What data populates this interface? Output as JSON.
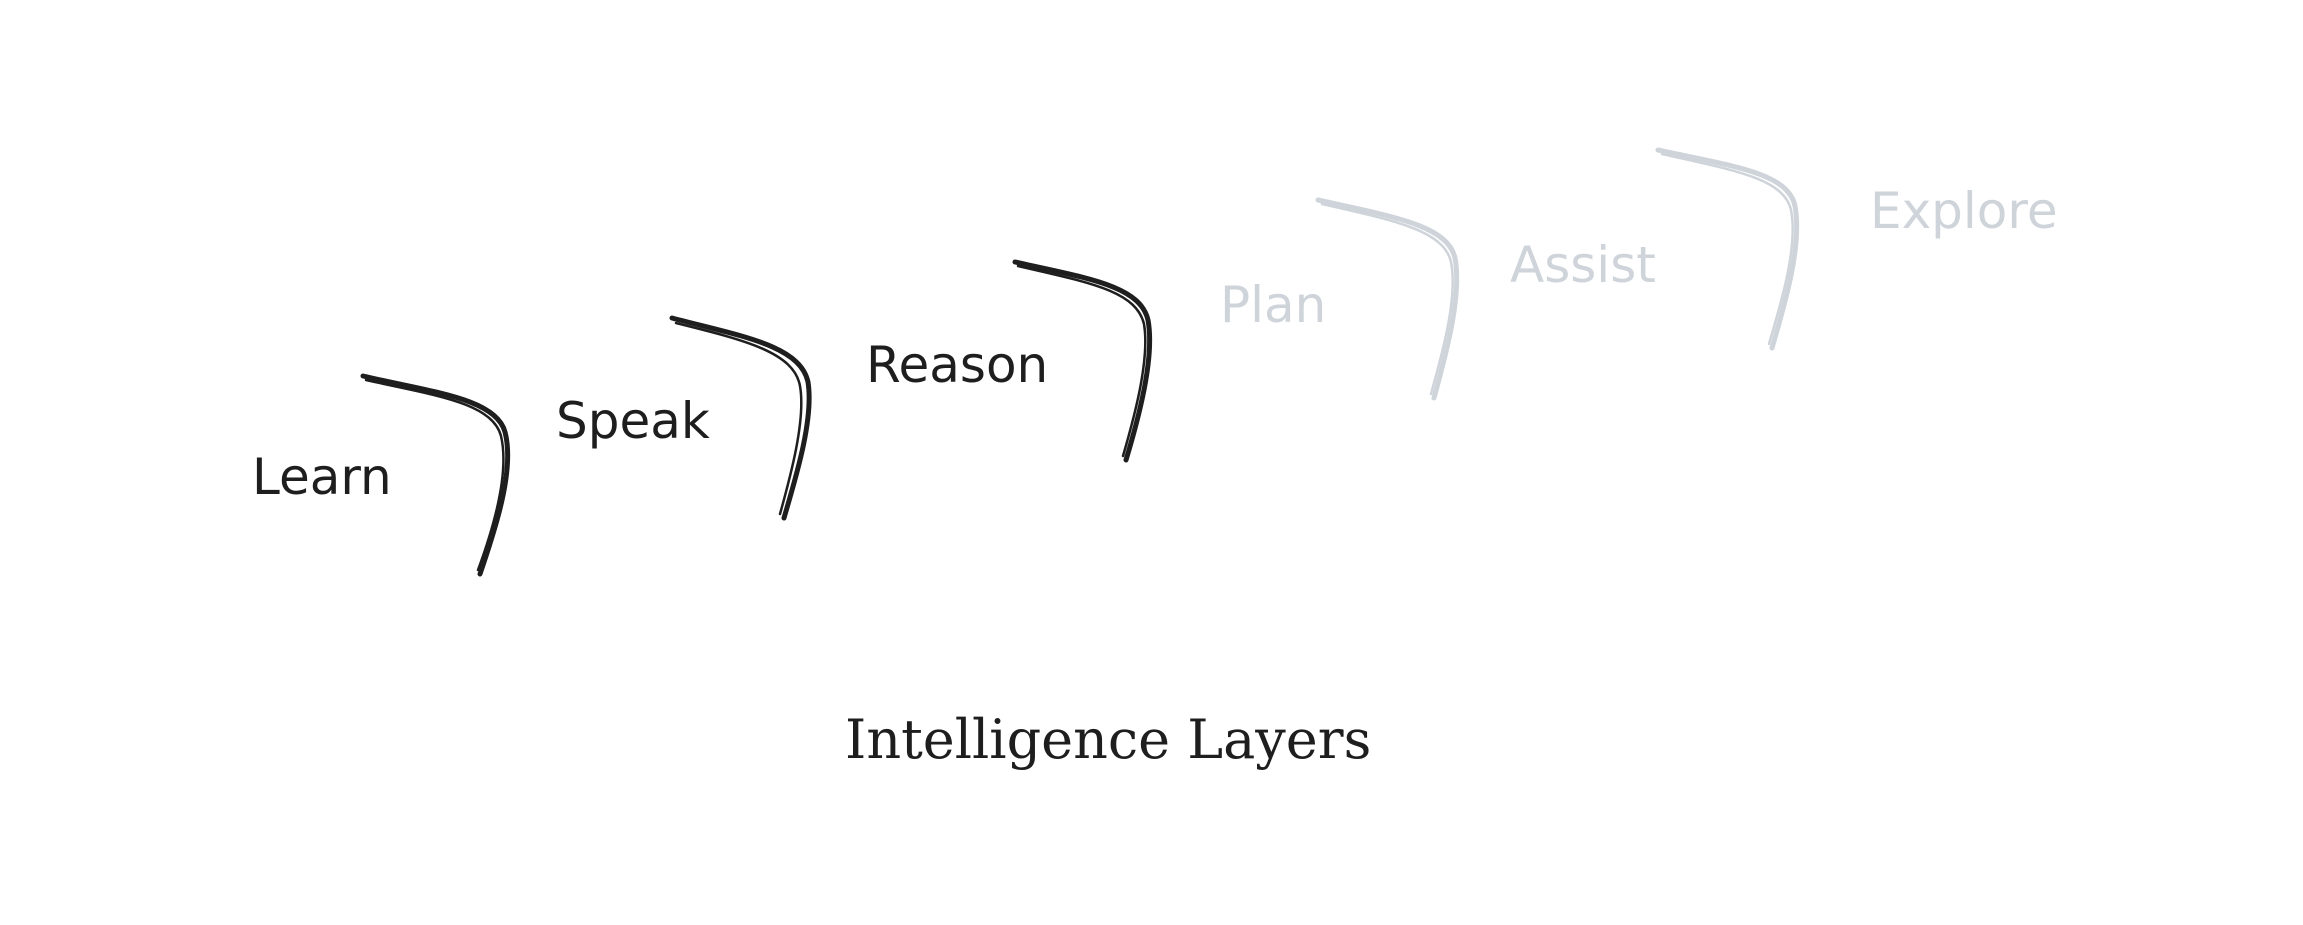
{
  "diagram": {
    "title": "Intelligence Layers",
    "colors": {
      "active": "#1e1e1e",
      "inactive": "#ced4da",
      "background": "#ffffff"
    },
    "steps": [
      {
        "label": "Learn",
        "state": "active"
      },
      {
        "label": "Speak",
        "state": "active"
      },
      {
        "label": "Reason",
        "state": "active"
      },
      {
        "label": "Plan",
        "state": "inactive"
      },
      {
        "label": "Assist",
        "state": "inactive"
      },
      {
        "label": "Explore",
        "state": "inactive"
      }
    ]
  }
}
